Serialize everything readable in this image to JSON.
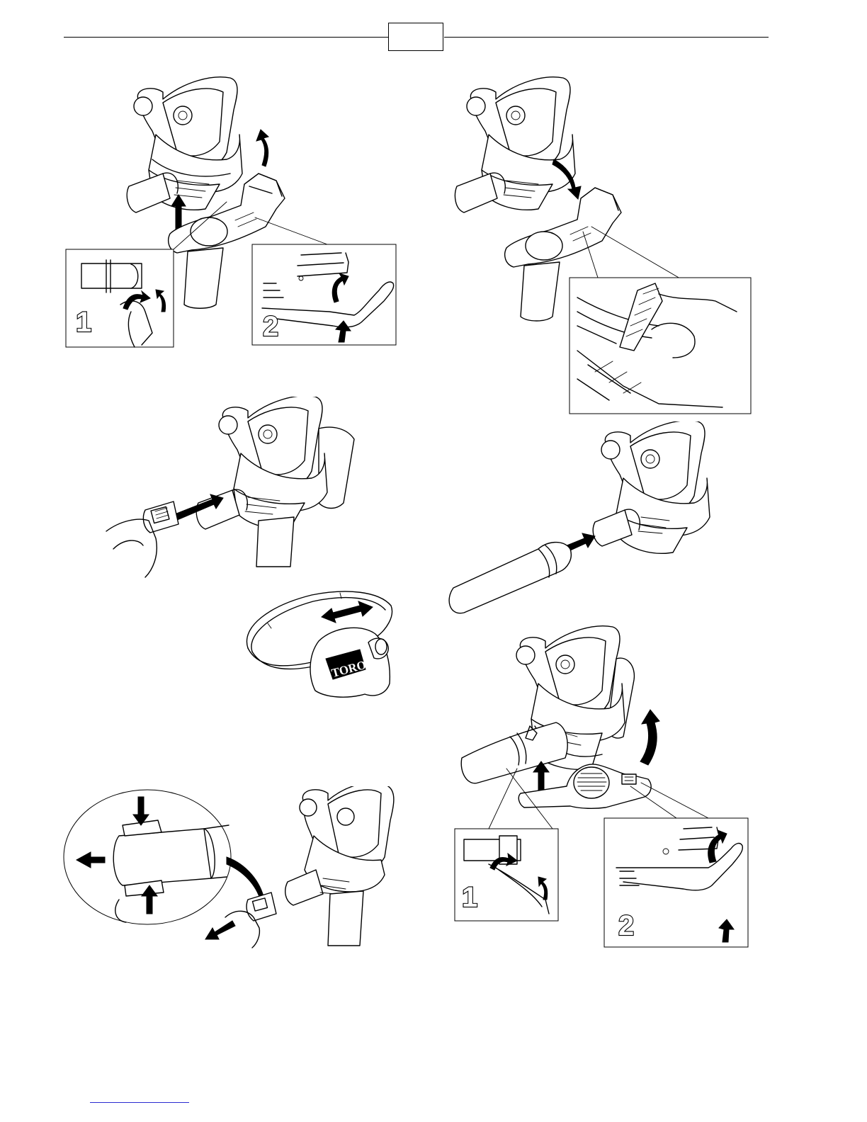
{
  "page": {
    "page_number_box": "",
    "icons": [
      "blower-vacuum-housing-icon",
      "curved-arrow-icon",
      "straight-arrow-icon",
      "double-arrow-icon",
      "collection-bag-icon",
      "blower-tube-icon",
      "vacuum-tube-icon",
      "latch-detail-icon"
    ]
  },
  "figures": [
    {
      "id": "remove-vacuum-tube-assembly",
      "steps": [
        "1",
        "2"
      ]
    },
    {
      "id": "install-blower-housing-on-tube-assembly"
    },
    {
      "id": "attach-collection-bag-adapter"
    },
    {
      "id": "attach-blower-tube"
    },
    {
      "id": "collection-bag",
      "brand": "TORO"
    },
    {
      "id": "remove-bag-adapter"
    },
    {
      "id": "remove-blower-cover",
      "steps": [
        "1",
        "2"
      ]
    }
  ]
}
